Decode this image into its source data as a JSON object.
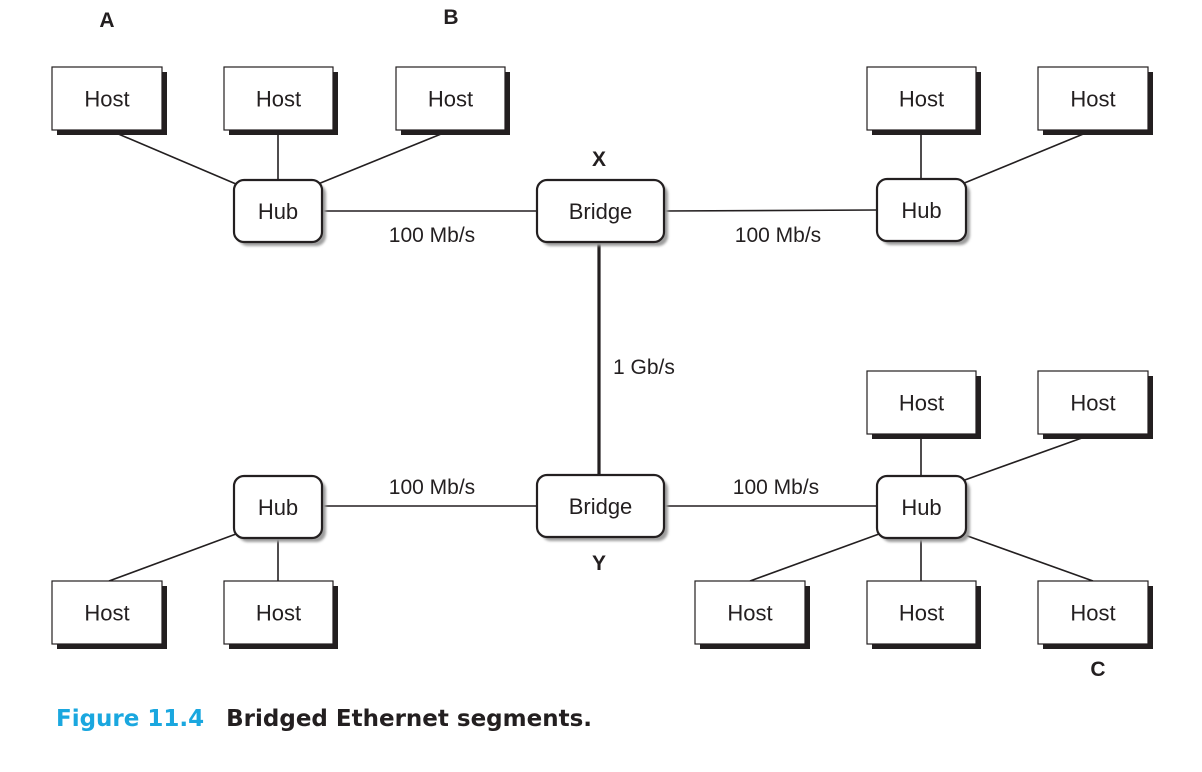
{
  "figure": {
    "label": "Figure 11.4",
    "title": "Bridged Ethernet segments."
  },
  "colors": {
    "caption_accent": "#1aa7df",
    "ink": "#231f20"
  },
  "nodes": [
    {
      "id": "host-a",
      "type": "host",
      "text": "Host",
      "tag": "A"
    },
    {
      "id": "host-2",
      "type": "host",
      "text": "Host"
    },
    {
      "id": "host-b",
      "type": "host",
      "text": "Host",
      "tag": "B"
    },
    {
      "id": "host-tr1",
      "type": "host",
      "text": "Host"
    },
    {
      "id": "host-tr2",
      "type": "host",
      "text": "Host"
    },
    {
      "id": "hub-tl",
      "type": "hub",
      "text": "Hub"
    },
    {
      "id": "bridge-x",
      "type": "bridge",
      "text": "Bridge",
      "tag": "X"
    },
    {
      "id": "hub-tr",
      "type": "hub",
      "text": "Hub"
    },
    {
      "id": "hub-bl",
      "type": "hub",
      "text": "Hub"
    },
    {
      "id": "bridge-y",
      "type": "bridge",
      "text": "Bridge",
      "tag": "Y"
    },
    {
      "id": "hub-br",
      "type": "hub",
      "text": "Hub"
    },
    {
      "id": "host-bl1",
      "type": "host",
      "text": "Host"
    },
    {
      "id": "host-bl2",
      "type": "host",
      "text": "Host"
    },
    {
      "id": "host-br-t1",
      "type": "host",
      "text": "Host"
    },
    {
      "id": "host-br-t2",
      "type": "host",
      "text": "Host"
    },
    {
      "id": "host-br-b1",
      "type": "host",
      "text": "Host"
    },
    {
      "id": "host-br-b2",
      "type": "host",
      "text": "Host"
    },
    {
      "id": "host-c",
      "type": "host",
      "text": "Host",
      "tag": "C"
    }
  ],
  "links": [
    {
      "from": "host-a",
      "to": "hub-tl"
    },
    {
      "from": "host-2",
      "to": "hub-tl"
    },
    {
      "from": "host-b",
      "to": "hub-tl"
    },
    {
      "from": "hub-tl",
      "to": "bridge-x",
      "speed": "100 Mb/s"
    },
    {
      "from": "bridge-x",
      "to": "hub-tr",
      "speed": "100 Mb/s"
    },
    {
      "from": "host-tr1",
      "to": "hub-tr"
    },
    {
      "from": "host-tr2",
      "to": "hub-tr"
    },
    {
      "from": "bridge-x",
      "to": "bridge-y",
      "speed": "1 Gb/s",
      "thick": true
    },
    {
      "from": "hub-bl",
      "to": "bridge-y",
      "speed": "100 Mb/s"
    },
    {
      "from": "bridge-y",
      "to": "hub-br",
      "speed": "100 Mb/s"
    },
    {
      "from": "hub-bl",
      "to": "host-bl1"
    },
    {
      "from": "hub-bl",
      "to": "host-bl2"
    },
    {
      "from": "hub-br",
      "to": "host-br-t1"
    },
    {
      "from": "hub-br",
      "to": "host-br-t2"
    },
    {
      "from": "hub-br",
      "to": "host-br-b1"
    },
    {
      "from": "hub-br",
      "to": "host-br-b2"
    },
    {
      "from": "hub-br",
      "to": "host-c"
    }
  ]
}
